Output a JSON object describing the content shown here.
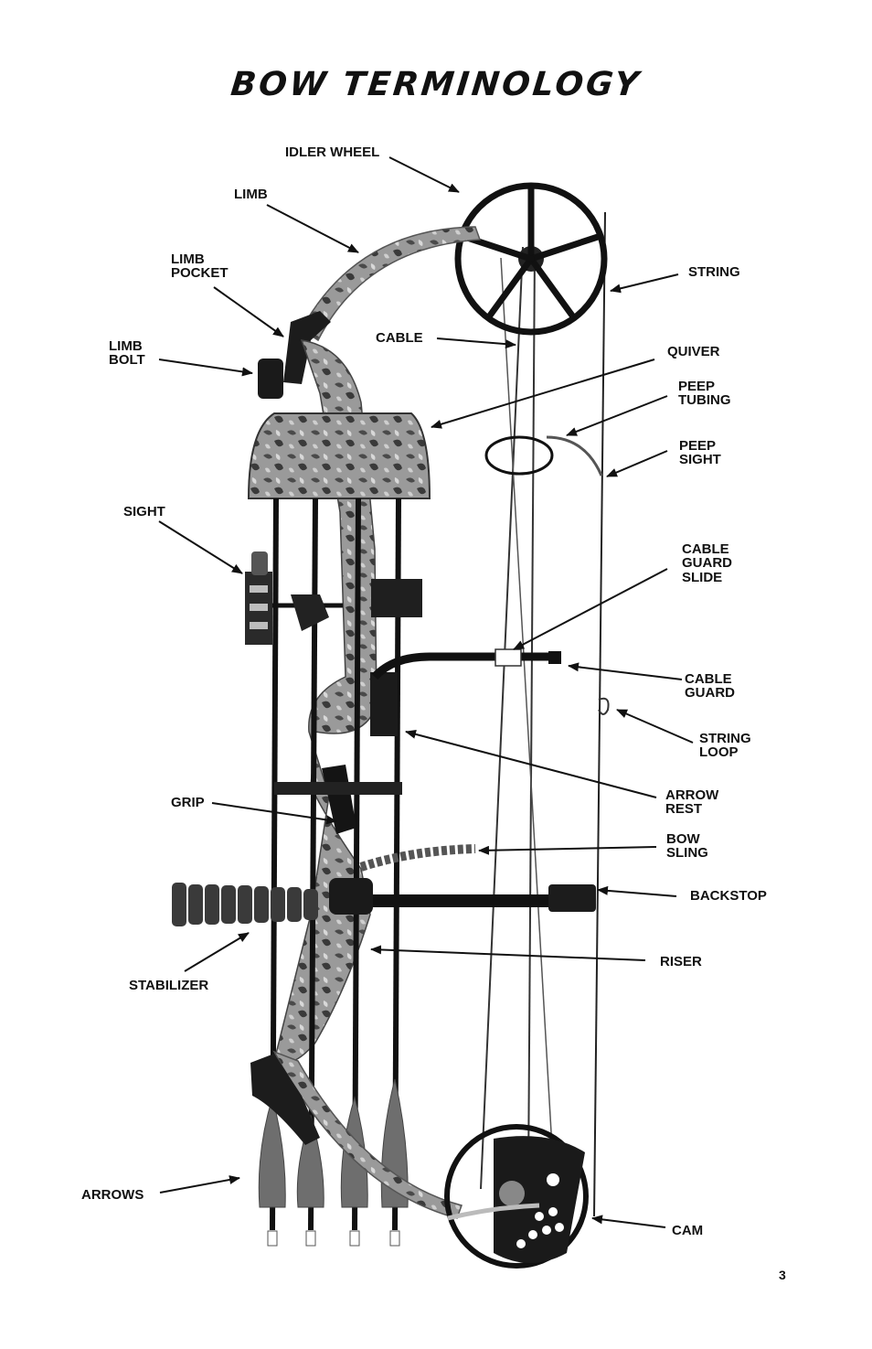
{
  "title": "BOW TERMINOLOGY",
  "page_number": "3",
  "colors": {
    "ink": "#111111",
    "camo_light": "#9a9a9a",
    "camo_dark": "#3a3a3a",
    "fletch": "#6e6e6e"
  },
  "labels": {
    "idler_wheel": "IDLER WHEEL",
    "limb": "LIMB",
    "limb_pocket_1": "LIMB",
    "limb_pocket_2": "POCKET",
    "string": "STRING",
    "limb_bolt_1": "LIMB",
    "limb_bolt_2": "BOLT",
    "cable": "CABLE",
    "quiver": "QUIVER",
    "peep_tubing_1": "PEEP",
    "peep_tubing_2": "TUBING",
    "peep_sight_1": "PEEP",
    "peep_sight_2": "SIGHT",
    "sight": "SIGHT",
    "cable_guard_slide_1": "CABLE",
    "cable_guard_slide_2": "GUARD",
    "cable_guard_slide_3": "SLIDE",
    "cable_guard_1": "CABLE",
    "cable_guard_2": "GUARD",
    "string_loop_1": "STRING",
    "string_loop_2": "LOOP",
    "arrow_rest_1": "ARROW",
    "arrow_rest_2": "REST",
    "grip": "GRIP",
    "bow_sling_1": "BOW",
    "bow_sling_2": "SLING",
    "backstop": "BACKSTOP",
    "riser": "RISER",
    "stabilizer": "STABILIZER",
    "arrows": "ARROWS",
    "cam": "CAM"
  }
}
